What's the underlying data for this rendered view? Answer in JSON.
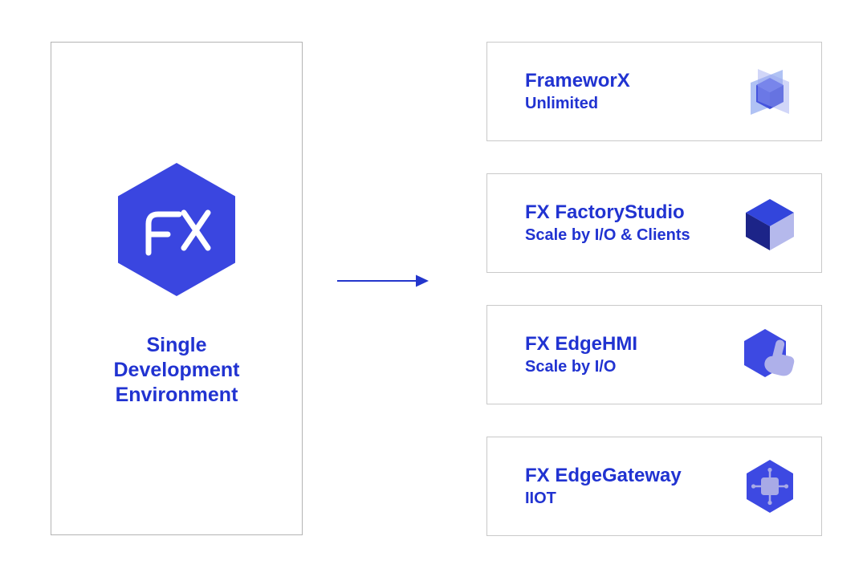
{
  "left_panel": {
    "logo_text": "FX",
    "title_lines": [
      "Single",
      "Development",
      "Environment"
    ]
  },
  "arrow": {
    "direction": "right"
  },
  "cards": [
    {
      "title": "FrameworX",
      "subtitle": "Unlimited",
      "icon": "intersecting-planes-cube-icon"
    },
    {
      "title": "FX FactoryStudio",
      "subtitle": "Scale by I/O & Clients",
      "icon": "isometric-cube-icon"
    },
    {
      "title": "FX EdgeHMI",
      "subtitle": "Scale by I/O",
      "icon": "hexagon-touch-hand-icon"
    },
    {
      "title": "FX EdgeGateway",
      "subtitle": "IIOT",
      "icon": "hexagon-iot-chip-icon"
    }
  ],
  "colors": {
    "text_blue": "#2133d1",
    "logo_hexagon_blue": "#3a46e0",
    "arrow_blue": "#2336cc",
    "panel_border": "#b4b4b4",
    "card_border": "#c9c9c9",
    "cube_top_blue": "#3245dc",
    "cube_dark_navy": "#1c2488",
    "cube_light_lavender": "#b5b9ec",
    "icon_hand_lavender": "#aeb0ea",
    "plane_light_blue": "#8fa8ef"
  }
}
